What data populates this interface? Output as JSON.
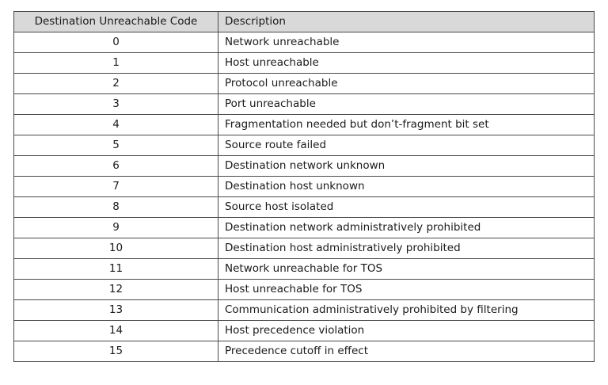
{
  "table": {
    "headers": {
      "code": "Destination Unreachable Code",
      "description": "Description"
    },
    "rows": [
      {
        "code": "0",
        "description": "Network unreachable"
      },
      {
        "code": "1",
        "description": "Host unreachable"
      },
      {
        "code": "2",
        "description": "Protocol unreachable"
      },
      {
        "code": "3",
        "description": "Port unreachable"
      },
      {
        "code": "4",
        "description": "Fragmentation needed but don’t-fragment bit set"
      },
      {
        "code": "5",
        "description": "Source route failed"
      },
      {
        "code": "6",
        "description": "Destination network unknown"
      },
      {
        "code": "7",
        "description": "Destination host unknown"
      },
      {
        "code": "8",
        "description": "Source host isolated"
      },
      {
        "code": "9",
        "description": "Destination network administratively prohibited"
      },
      {
        "code": "10",
        "description": "Destination host administratively prohibited"
      },
      {
        "code": "11",
        "description": "Network unreachable for TOS"
      },
      {
        "code": "12",
        "description": "Host unreachable for TOS"
      },
      {
        "code": "13",
        "description": "Communication administratively prohibited by filtering"
      },
      {
        "code": "14",
        "description": "Host precedence violation"
      },
      {
        "code": "15",
        "description": "Precedence cutoff in effect"
      }
    ]
  },
  "colors": {
    "header_background": "#d9d9d9",
    "border": "#4a4a4a",
    "text": "#1a1a1a"
  }
}
